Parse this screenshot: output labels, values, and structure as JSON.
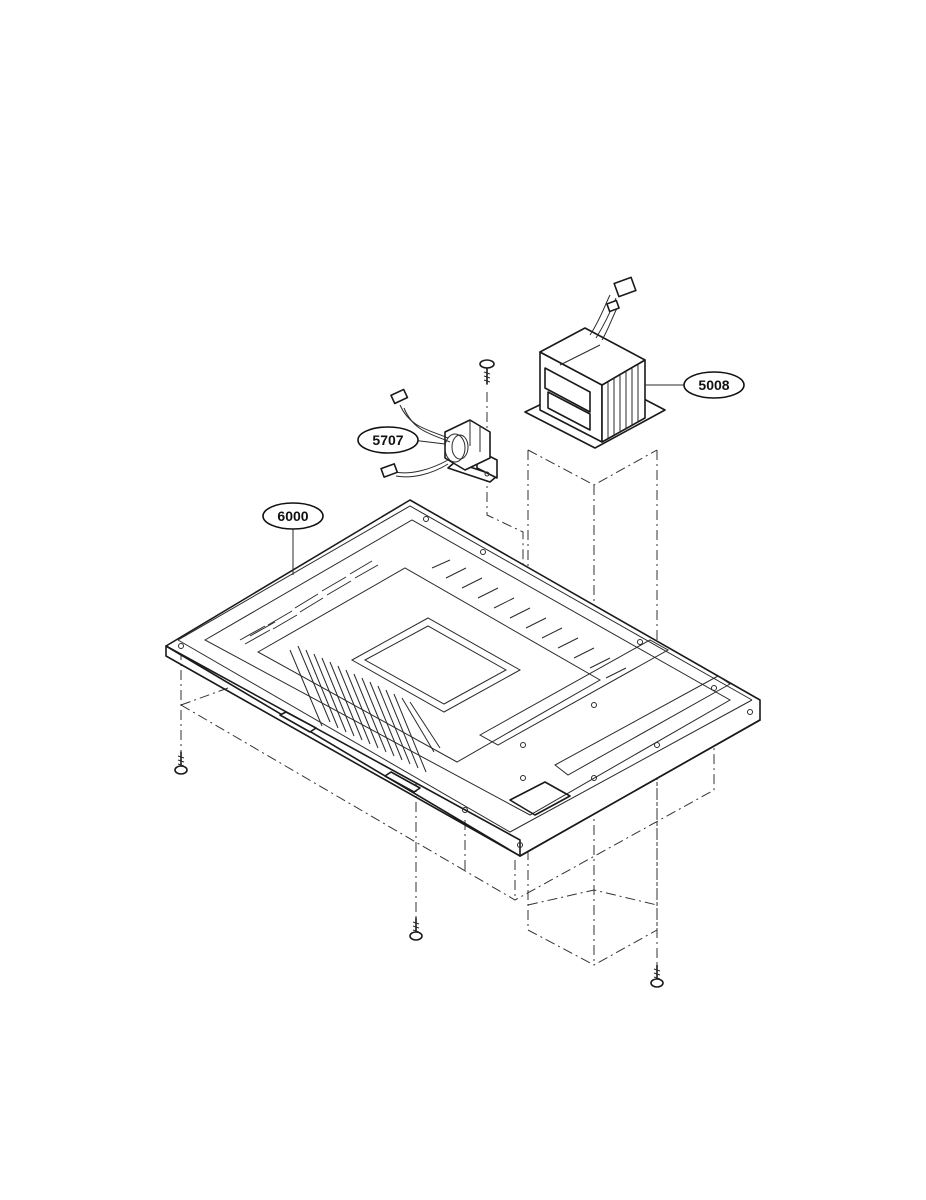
{
  "callouts": {
    "transformer": "5008",
    "small_transformer": "5707",
    "base_plate": "6000"
  }
}
